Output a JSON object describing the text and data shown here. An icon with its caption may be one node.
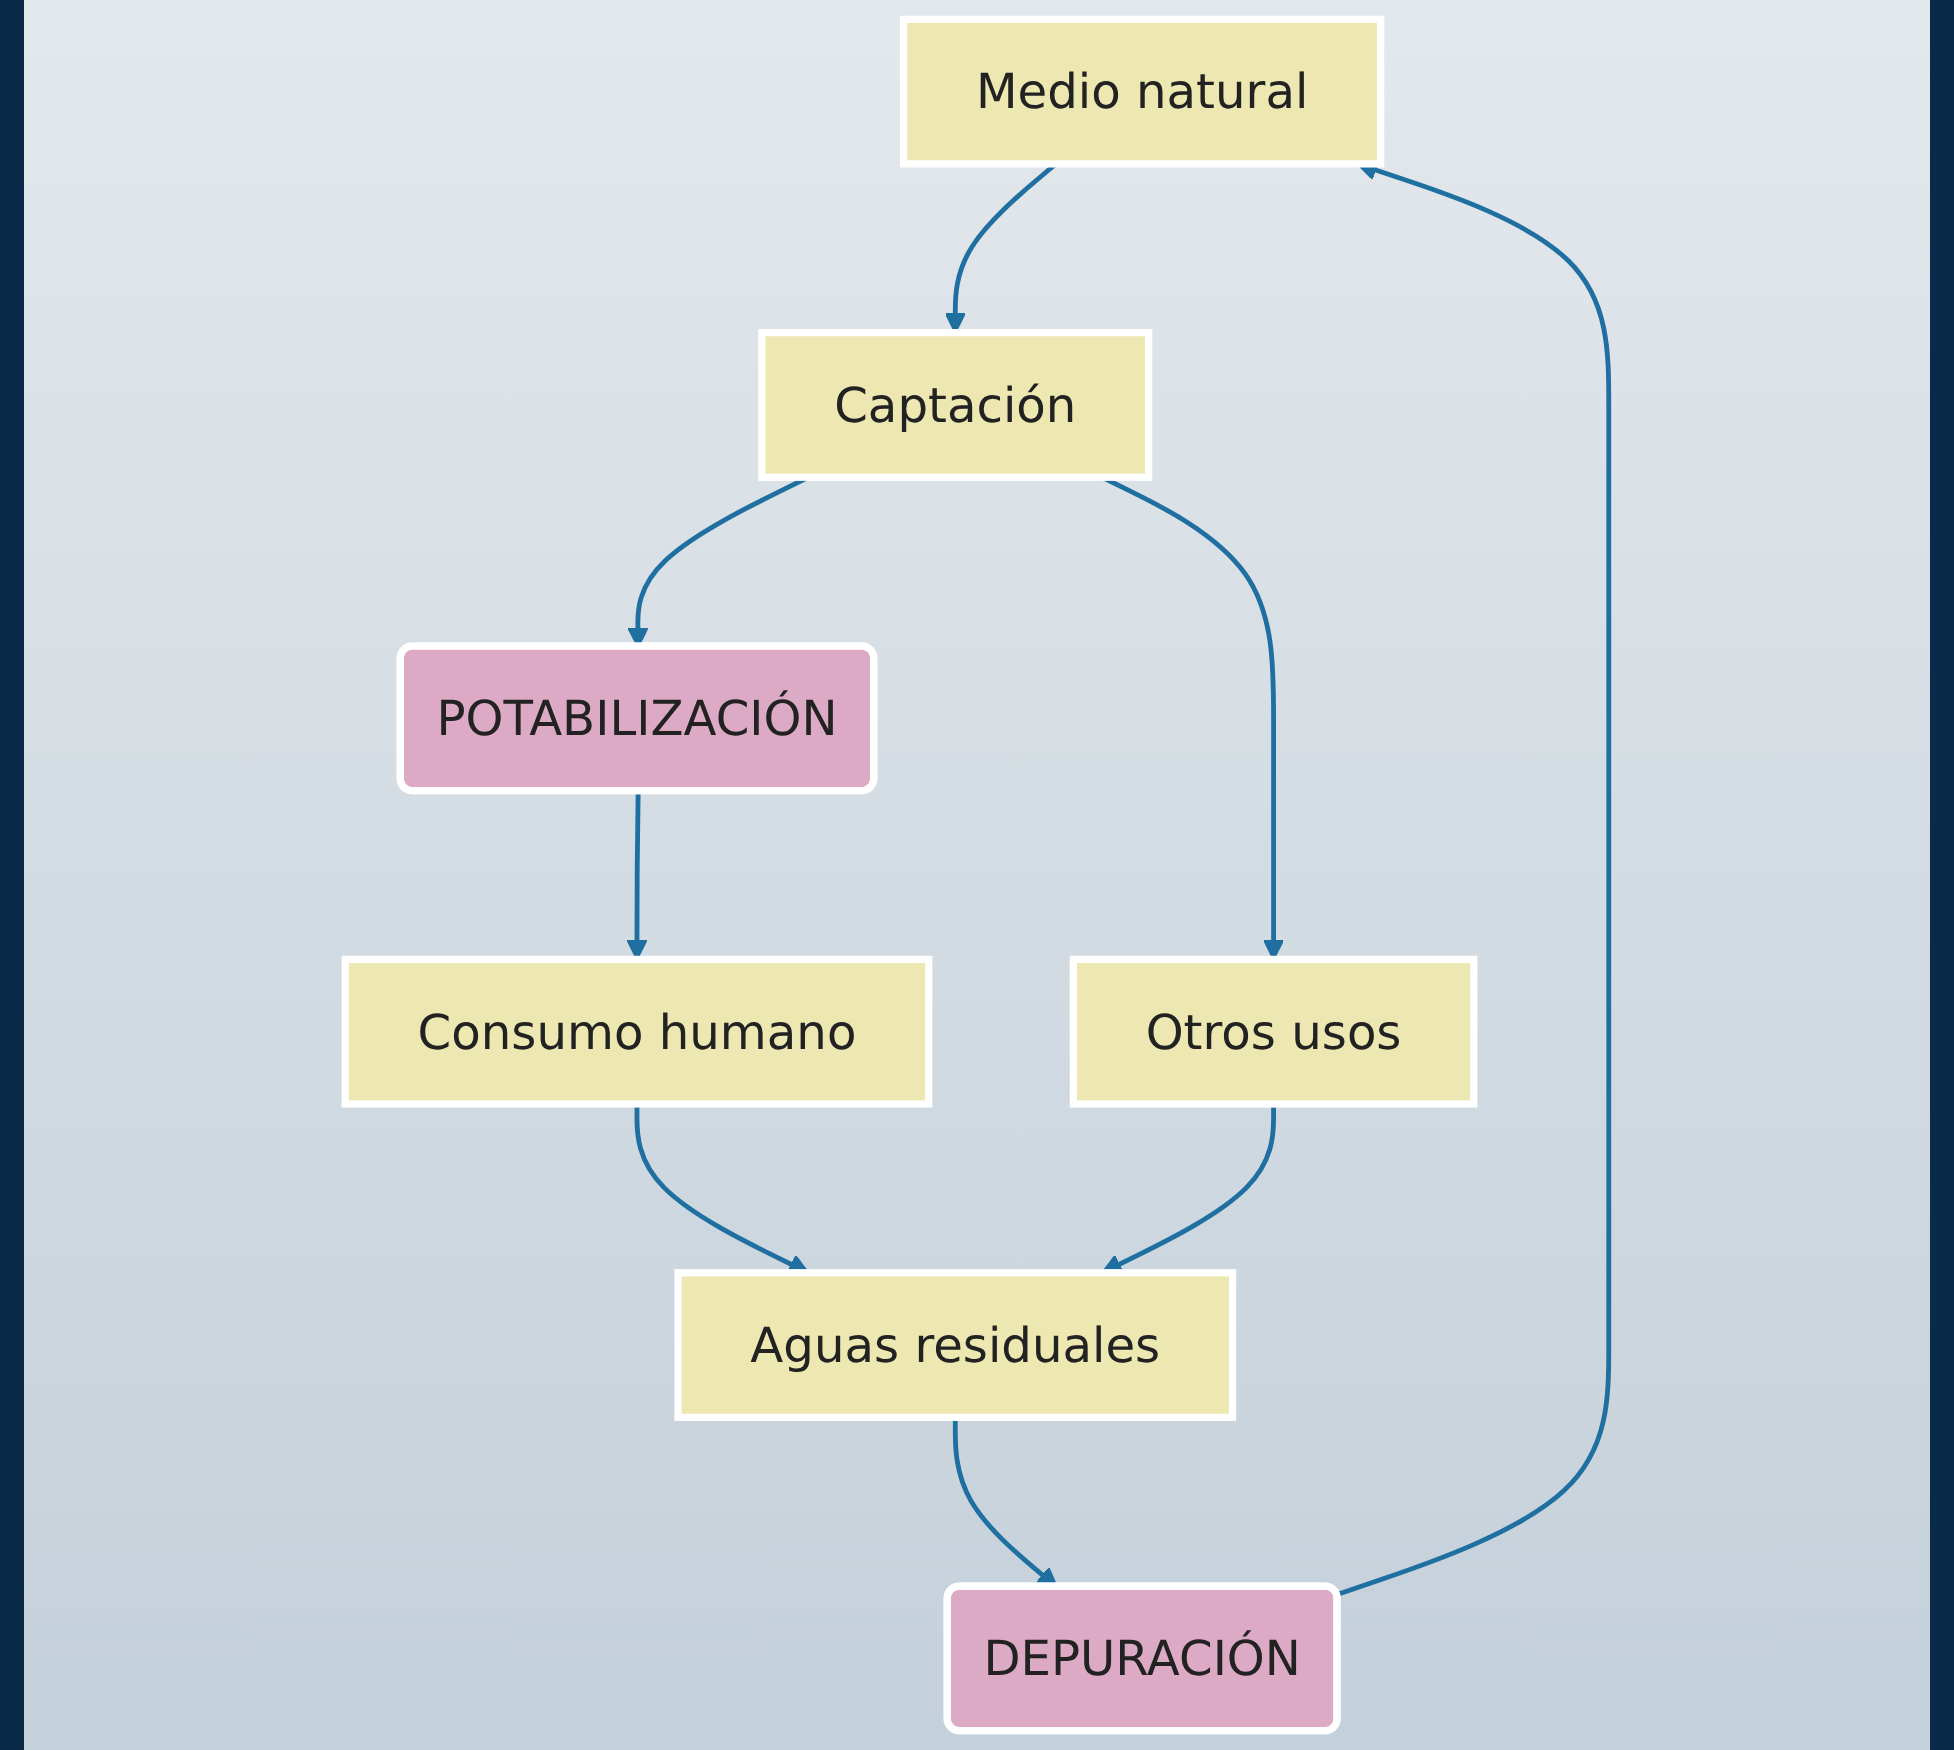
{
  "diagram": {
    "nodes": [
      {
        "text": [
          "Medio natural"
        ]
      },
      {
        "text": [
          "Captación"
        ]
      },
      {
        "text": [
          "POTABILIZACIÓN"
        ]
      },
      {
        "text": [
          "Consumo humano"
        ]
      },
      {
        "text": [
          "Aguas residuales"
        ]
      },
      {
        "text": [
          "DEPURACIÓN"
        ]
      },
      {
        "text": [
          "Otros usos"
        ]
      }
    ],
    "edges": [
      {
        "from": 0,
        "to": 1,
        "arrow": "to"
      },
      {
        "from": 1,
        "to": 2,
        "arrow": "to"
      },
      {
        "from": 2,
        "to": 3,
        "arrow": "to"
      },
      {
        "from": 3,
        "to": 4,
        "arrow": "to"
      },
      {
        "from": 4,
        "to": 5,
        "arrow": "to"
      },
      {
        "from": 5,
        "to": 0,
        "arrow": "to"
      },
      {
        "from": 1,
        "to": 6,
        "arrow": "to"
      },
      {
        "from": 6,
        "to": 4,
        "arrow": "to"
      }
    ]
  }
}
